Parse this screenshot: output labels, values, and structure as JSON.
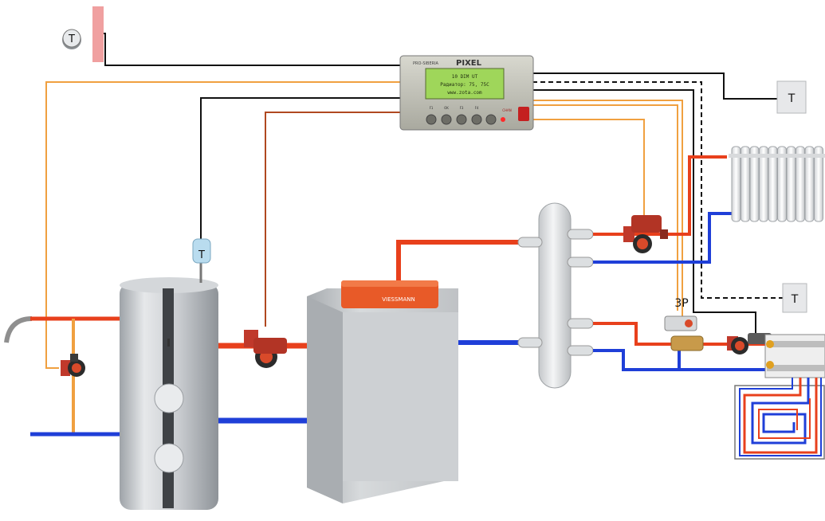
{
  "controller": {
    "brand": "PIXEL",
    "maker": "PRO-SIBERIA",
    "display_line1": "10 DIM UT",
    "display_line2": "Радиатор: 75, 75C",
    "display_line3": "www.zota.com",
    "key_labels": [
      "F1",
      "OK",
      "F3",
      "F4"
    ],
    "status_text": "CHAN"
  },
  "sensors": {
    "top_left": "T",
    "boiler_tank": "T",
    "right_top": "T",
    "right_mid": "T"
  },
  "valve_label": "3P",
  "boiler_brand": "VIESSMANN",
  "colors": {
    "hot_pipe": "#e8401c",
    "cold_pipe": "#1f3fd8",
    "signal_orange": "#f0a040",
    "signal_brown": "#b04820",
    "signal_black": "#111111",
    "tank_gray": "#b8bcc0",
    "boiler_red": "#e85a28"
  }
}
